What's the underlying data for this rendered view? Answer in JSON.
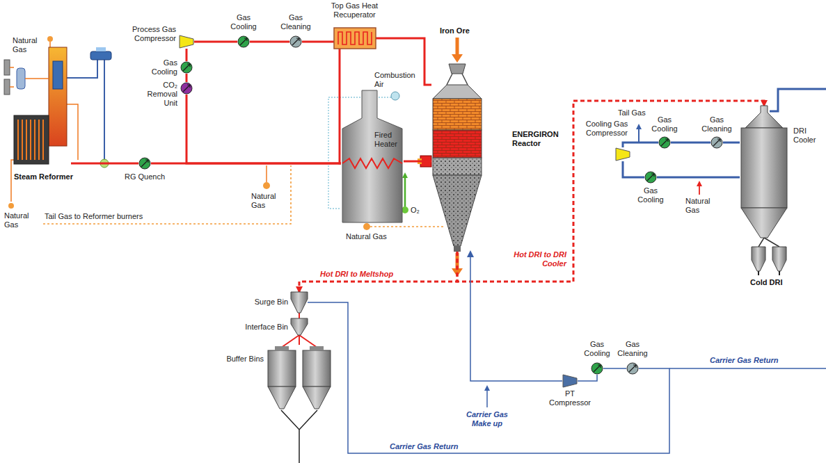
{
  "diagram": {
    "nodes": [
      {
        "text": [
          "Steam Reformer"
        ]
      },
      {
        "text": [
          "Process Gas Compressor"
        ]
      },
      {
        "text": [
          "Gas Cooling"
        ]
      },
      {
        "text": [
          "CO₂ Removal Unit"
        ]
      },
      {
        "text": [
          "RG Quench"
        ]
      },
      {
        "text": [
          "Gas Cooling"
        ]
      },
      {
        "text": [
          "Gas Cleaning"
        ]
      },
      {
        "text": [
          "Top Gas Heat Recuperator"
        ]
      },
      {
        "text": [
          "Fired Heater"
        ]
      },
      {
        "text": [
          "ENERGIRON Reactor"
        ]
      },
      {
        "text": [
          "DRI Cooler"
        ]
      },
      {
        "text": [
          "Cooling Gas Compressor"
        ]
      },
      {
        "text": [
          "Gas Cooling"
        ]
      },
      {
        "text": [
          "Gas Cleaning"
        ]
      },
      {
        "text": [
          "Gas Cooling"
        ]
      },
      {
        "text": [
          "Surge Bin"
        ]
      },
      {
        "text": [
          "Interface Bin"
        ]
      },
      {
        "text": [
          "Buffer Bins"
        ]
      },
      {
        "text": [
          "PT Compressor"
        ]
      },
      {
        "text": [
          "Gas Cooling"
        ]
      },
      {
        "text": [
          "Gas Cleaning"
        ]
      }
    ],
    "edges": [
      {
        "from": 0,
        "to": 4,
        "arrow": "none"
      },
      {
        "from": 4,
        "to": 8,
        "arrow": "none"
      },
      {
        "from": 3,
        "to": 8,
        "arrow": "none"
      },
      {
        "from": 9,
        "to": 7,
        "arrow": "none"
      },
      {
        "from": 7,
        "to": 6,
        "arrow": "none"
      },
      {
        "from": 6,
        "to": 5,
        "arrow": "none"
      },
      {
        "from": 5,
        "to": 1,
        "arrow": "none"
      },
      {
        "from": 1,
        "to": 2,
        "arrow": "none"
      },
      {
        "from": 2,
        "to": 3,
        "arrow": "none"
      },
      {
        "from": 7,
        "to": 8,
        "arrow": "none"
      },
      {
        "from": 8,
        "to": 9,
        "arrow": "none"
      },
      {
        "from": 9,
        "to": 10,
        "label": "Hot DRI to DRI Cooler",
        "arrow": "to"
      },
      {
        "from": 9,
        "to": 15,
        "label": "Hot DRI to Meltshop",
        "arrow": "to"
      },
      {
        "from": 15,
        "to": 16,
        "arrow": "none"
      },
      {
        "from": 16,
        "to": 17,
        "arrow": "none"
      },
      {
        "from": 10,
        "to": 13,
        "arrow": "none"
      },
      {
        "from": 13,
        "to": 12,
        "arrow": "none"
      },
      {
        "from": 12,
        "to": 11,
        "arrow": "none"
      },
      {
        "from": 11,
        "to": 14,
        "arrow": "none"
      },
      {
        "from": 14,
        "to": 10,
        "arrow": "none"
      },
      {
        "from": 15,
        "to": 20,
        "label": "Carrier Gas Return",
        "arrow": "none"
      },
      {
        "from": 20,
        "to": 19,
        "arrow": "none"
      },
      {
        "from": 19,
        "to": 18,
        "arrow": "none"
      },
      {
        "from": 18,
        "to": 9,
        "arrow": "to"
      }
    ],
    "labels": [
      "Natural Gas",
      "Natural Gas",
      "Tail Gas to Reformer burners",
      "Natural Gas",
      "Combustion Air",
      "O₂",
      "Natural Gas",
      "Iron Ore",
      "Tail Gas",
      "Natural Gas",
      "Cold DRI",
      "Carrier Gas Return",
      "Carrier Gas Make up"
    ]
  }
}
